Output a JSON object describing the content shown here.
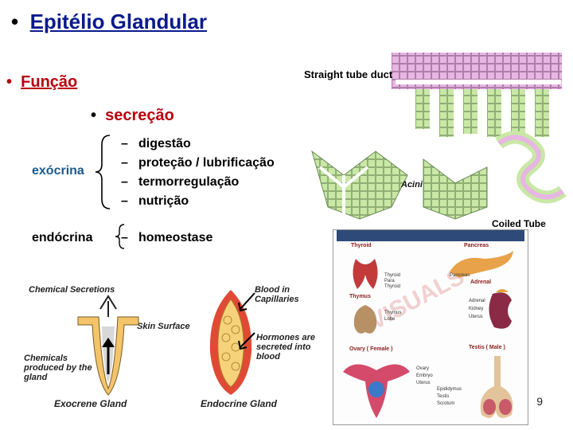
{
  "title": {
    "bullet": "•",
    "text": "Epitélio Glandular"
  },
  "funcao": {
    "bullet": "•",
    "text": "Função"
  },
  "secrecao": {
    "bullet": "•",
    "text": "secreção"
  },
  "exocrina": {
    "label": "exócrina",
    "items": [
      "digestão",
      "proteção / lubrificação",
      "termorregulação",
      "nutrição"
    ]
  },
  "endocrina": {
    "label": "endócrina",
    "items": [
      "homeostase"
    ]
  },
  "dash": "–",
  "figure_tubes": {
    "straight_tube": "Straight tube duct",
    "acini": "Acini",
    "coiled_tube": "Coiled Tube"
  },
  "figure_glands": {
    "chemical_secretions": "Chemical Secretions",
    "skin_surface": "Skin Surface",
    "chemicals_produced": "Chemicals produced by the gland",
    "blood_capillaries": "Blood in Capillaries",
    "hormones": "Hormones are secreted into blood",
    "exocrine": "Exocrene Gland",
    "endocrine": "Endocrine Gland"
  },
  "figure_organs": {
    "thyroid": "Thyroid",
    "pancreas": "Pancreas",
    "thyroid2": "Thyroid",
    "para": "Para",
    "thyroid3": "Thyroid",
    "pancreas2": "Pancreas",
    "adrenal": "Adrenal",
    "thymus": "Thymus",
    "kidney": "Kidney",
    "uterus_label": "Uterus",
    "thymus2": "Thymus",
    "lobe": "Lobe",
    "ovary": "Ovary ( Female )",
    "testis": "Testis ( Male )",
    "ovary2": "Ovary",
    "embryo": "Embryo",
    "uterus": "Uterus",
    "epididymus": "Epididymus",
    "testis2": "Testis",
    "scrotum": "Scrotum",
    "watermark": "VISUALS"
  },
  "page_number": "9",
  "colors": {
    "title": "#0a1a8c",
    "red": "#b8000e",
    "exocrina": "#1a5a8c"
  }
}
